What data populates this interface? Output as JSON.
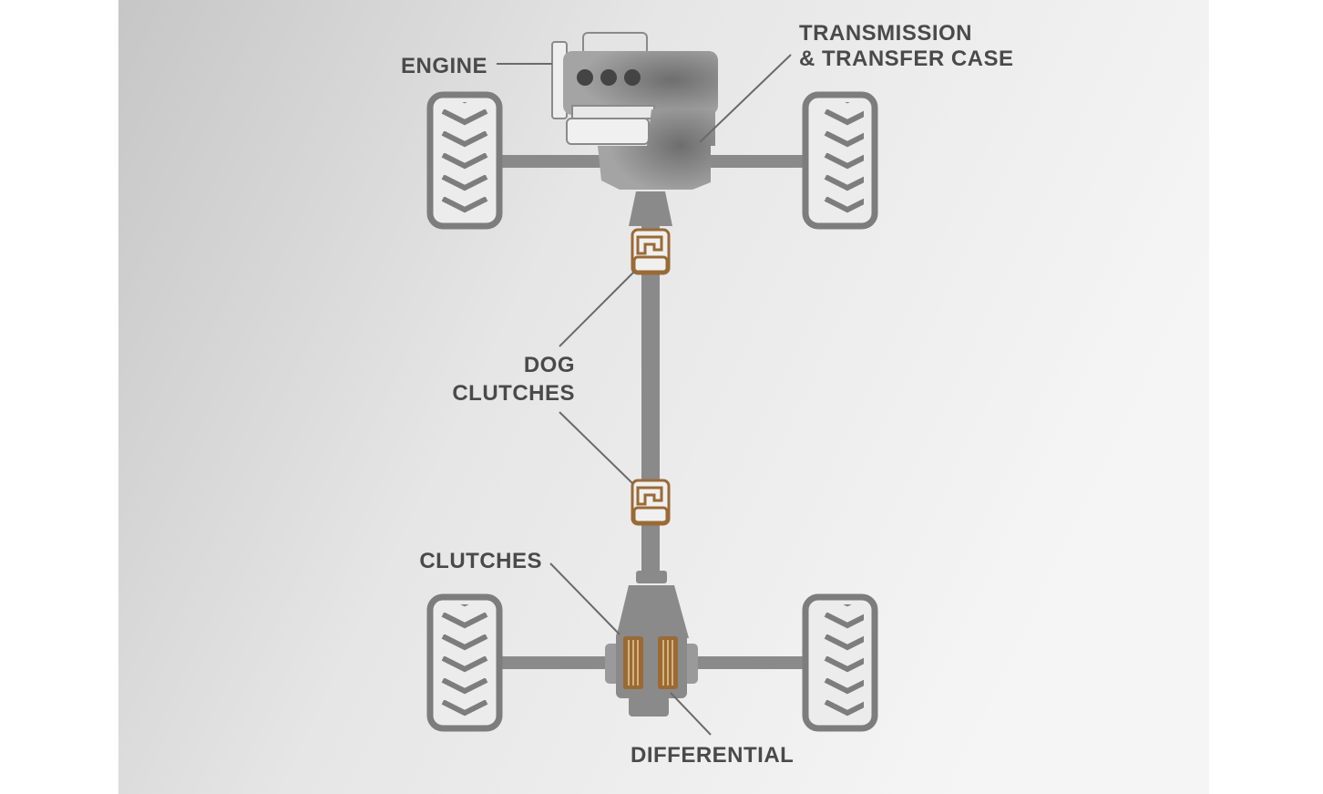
{
  "labels": {
    "engine": "ENGINE",
    "transmission_line1": "TRANSMISSION",
    "transmission_line2": "& TRANSFER CASE",
    "dog_clutches_line1": "DOG",
    "dog_clutches_line2": "CLUTCHES",
    "clutches": "CLUTCHES",
    "differential": "DIFFERENTIAL"
  },
  "colors": {
    "background_dark": "#c9c9c9",
    "background_light": "#f4f4f4",
    "component_gray": "#7d7d7d",
    "clutch_bronze": "#9a6a35",
    "label_text": "#4a4a4a"
  }
}
